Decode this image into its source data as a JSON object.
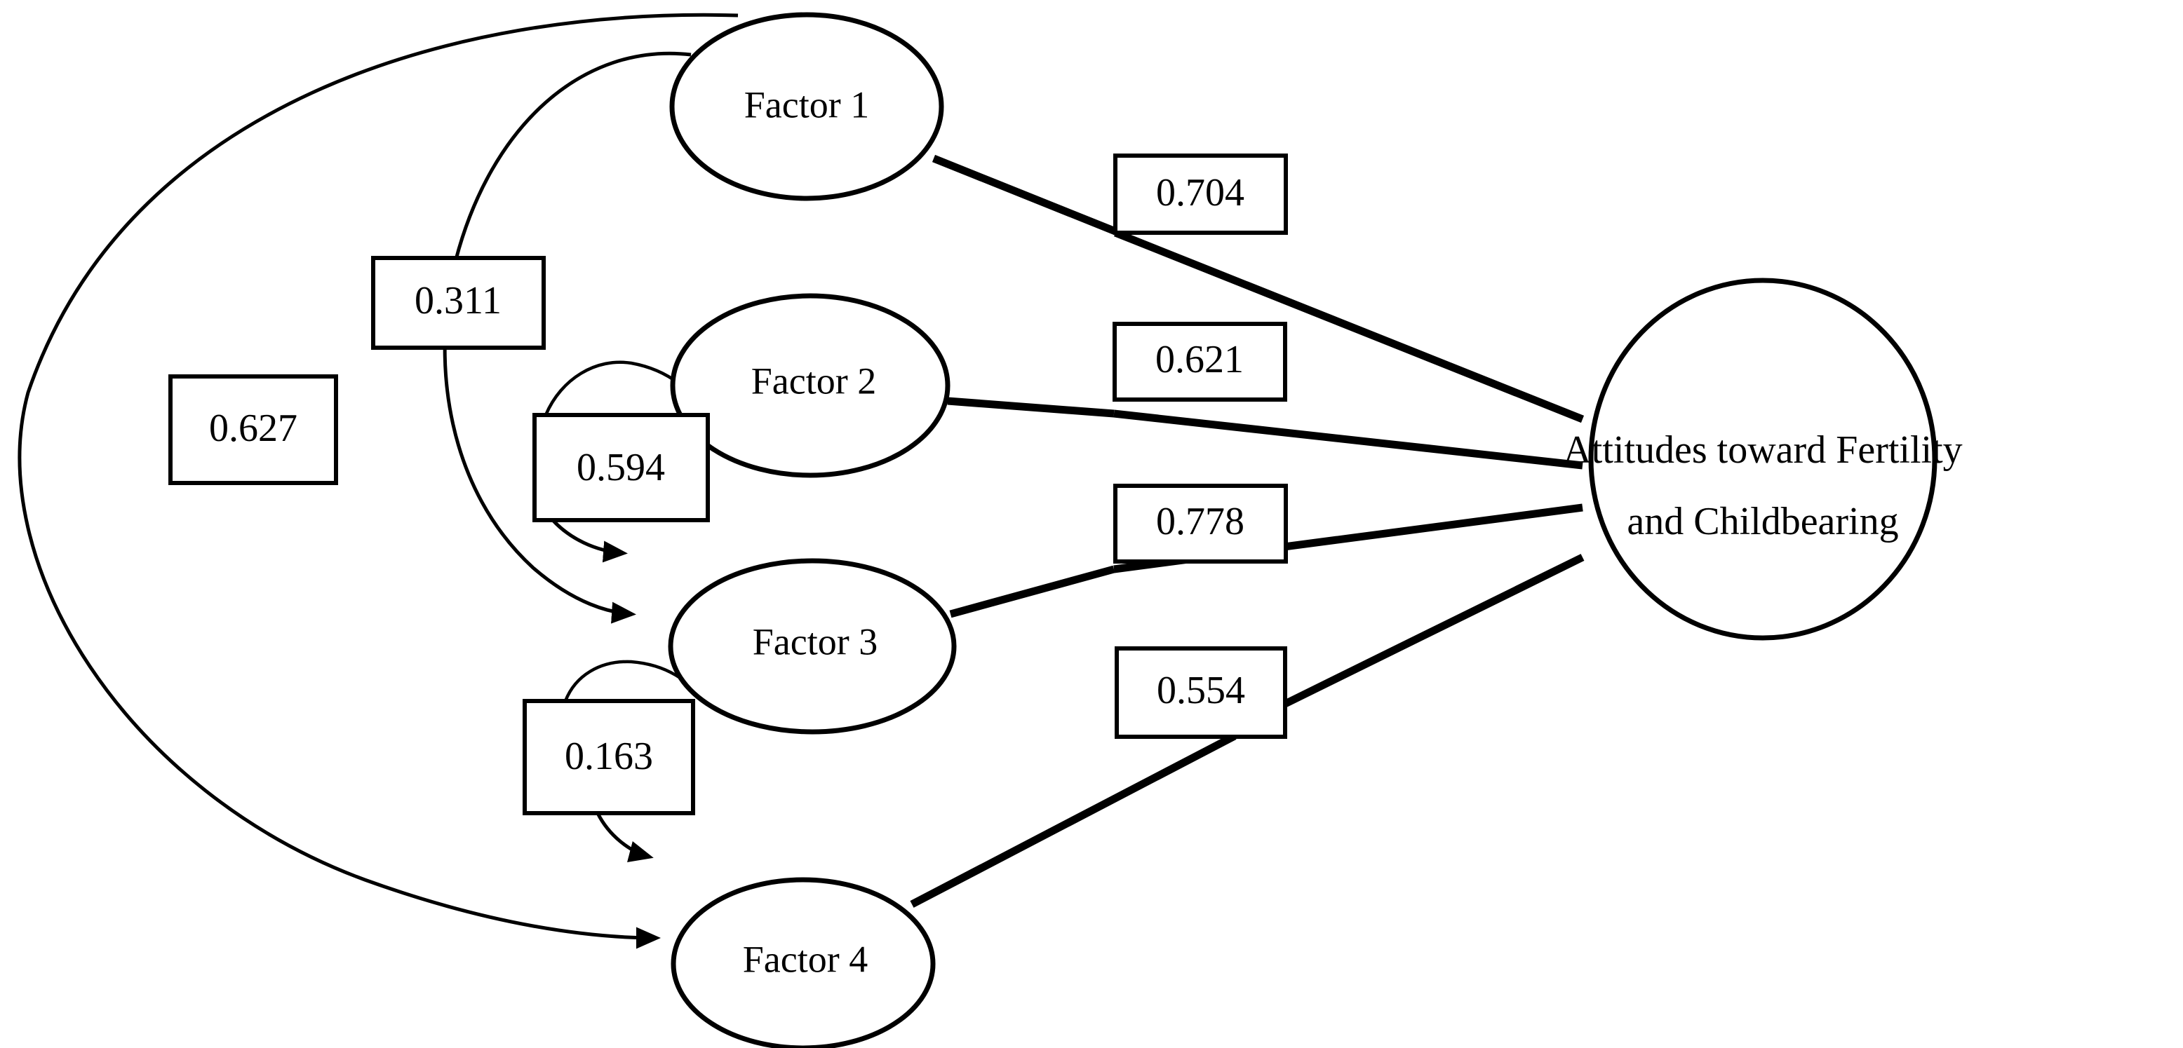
{
  "diagram": {
    "type": "structural-equation-model",
    "title": "",
    "outcome": {
      "id": "outcome",
      "label_line1": "Attitudes toward Fertility",
      "label_line2": "and Childbearing",
      "shape": "ellipse"
    },
    "factors": [
      {
        "id": "factor1",
        "label": "Factor 1",
        "shape": "ellipse"
      },
      {
        "id": "factor2",
        "label": "Factor 2",
        "shape": "ellipse"
      },
      {
        "id": "factor3",
        "label": "Factor 3",
        "shape": "ellipse"
      },
      {
        "id": "factor4",
        "label": "Factor 4",
        "shape": "ellipse"
      }
    ],
    "loadings": [
      {
        "from": "factor1",
        "to": "outcome",
        "value": "0.704"
      },
      {
        "from": "factor2",
        "to": "outcome",
        "value": "0.621"
      },
      {
        "from": "factor3",
        "to": "outcome",
        "value": "0.778"
      },
      {
        "from": "factor4",
        "to": "outcome",
        "value": "0.554"
      }
    ],
    "paths": [
      {
        "from": "factor1",
        "to": "factor4",
        "value": "0.627"
      },
      {
        "from": "factor1",
        "to": "factor3",
        "value": "0.311"
      },
      {
        "from": "factor2",
        "to": "factor3",
        "value": "0.594"
      },
      {
        "from": "factor3",
        "to": "factor4",
        "value": "0.163"
      }
    ],
    "colors": {
      "stroke": "#000000",
      "fill": "#ffffff",
      "text": "#000000"
    }
  }
}
